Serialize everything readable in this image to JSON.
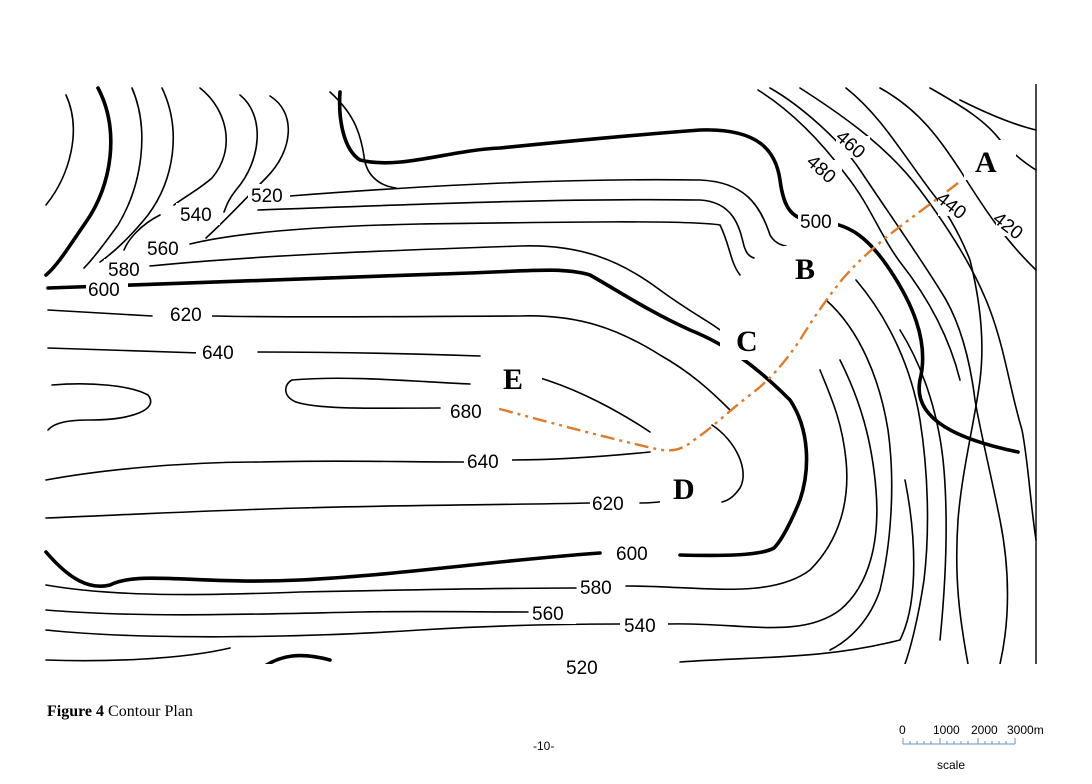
{
  "figure": {
    "caption_number": "Figure 4",
    "caption_text": "Contour Plan",
    "page_number": "-10-"
  },
  "contour_labels": [
    "420",
    "440",
    "460",
    "480",
    "500",
    "520",
    "540",
    "560",
    "580",
    "600",
    "620",
    "640",
    "680",
    "640",
    "620",
    "600",
    "580",
    "560",
    "540",
    "520"
  ],
  "points": [
    "A",
    "B",
    "C",
    "D",
    "E"
  ],
  "route": {
    "color": "#e07b2a",
    "order": [
      "A",
      "B",
      "C",
      "D",
      "E"
    ]
  },
  "scale_bar": {
    "ticks": [
      "0",
      "1000",
      "2000",
      "3000m"
    ],
    "label": "scale"
  }
}
